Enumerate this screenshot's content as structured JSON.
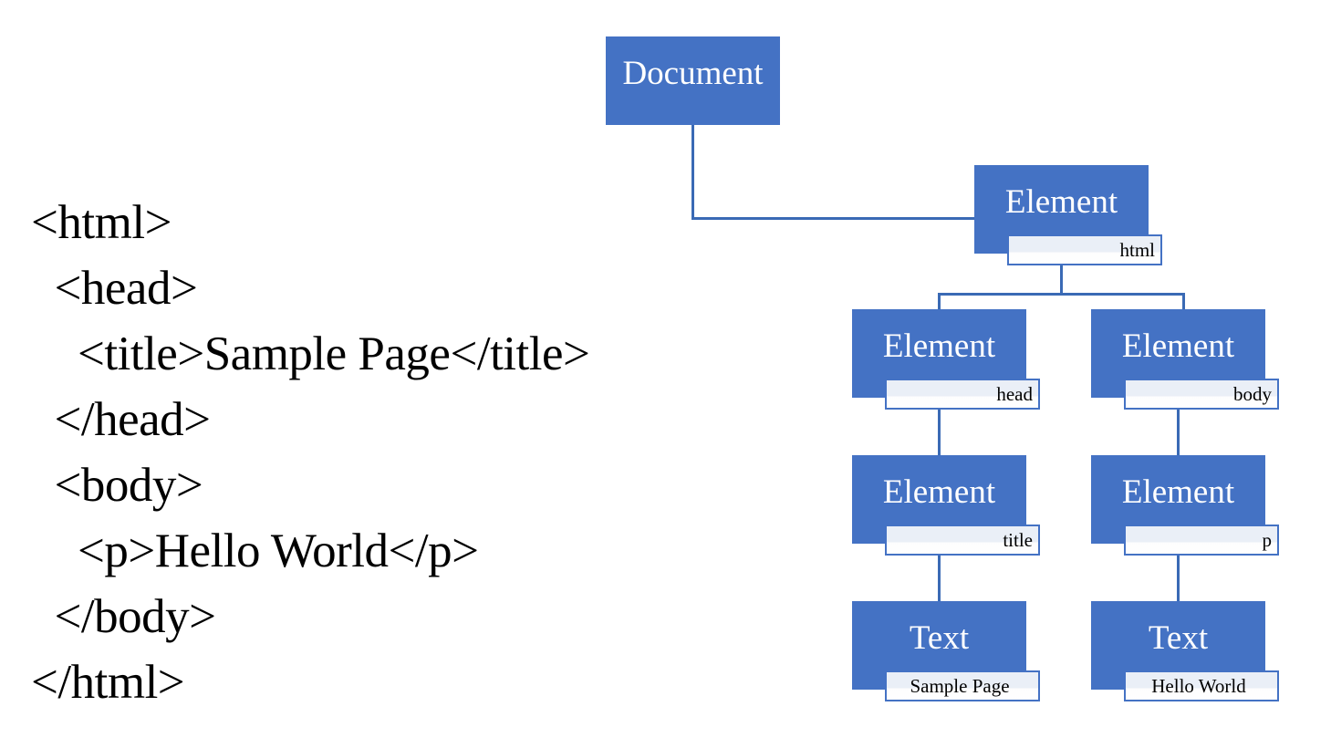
{
  "colors": {
    "node_fill": "#4472C4",
    "node_text": "#FFFFFF",
    "tag_fill": "#EAEFF7",
    "tag_border": "#4472C4",
    "connector": "#3A6AB5",
    "code_text": "#000000",
    "background": "#FFFFFF"
  },
  "code": {
    "lines": [
      "<html>",
      "  <head>",
      "    <title>Sample Page</title>",
      "  </head>",
      "  <body>",
      "    <p>Hello World</p>",
      "  </body>",
      "</html>"
    ]
  },
  "tree": {
    "root": {
      "type": "Document",
      "tag": ""
    },
    "nodes": [
      {
        "id": "document",
        "type": "Document",
        "tag": ""
      },
      {
        "id": "html",
        "type": "Element",
        "tag": "html"
      },
      {
        "id": "head",
        "type": "Element",
        "tag": "head"
      },
      {
        "id": "body",
        "type": "Element",
        "tag": "body"
      },
      {
        "id": "title",
        "type": "Element",
        "tag": "title"
      },
      {
        "id": "p",
        "type": "Element",
        "tag": "p"
      },
      {
        "id": "title_text",
        "type": "Text",
        "tag": "Sample Page"
      },
      {
        "id": "p_text",
        "type": "Text",
        "tag": "Hello World"
      }
    ]
  }
}
